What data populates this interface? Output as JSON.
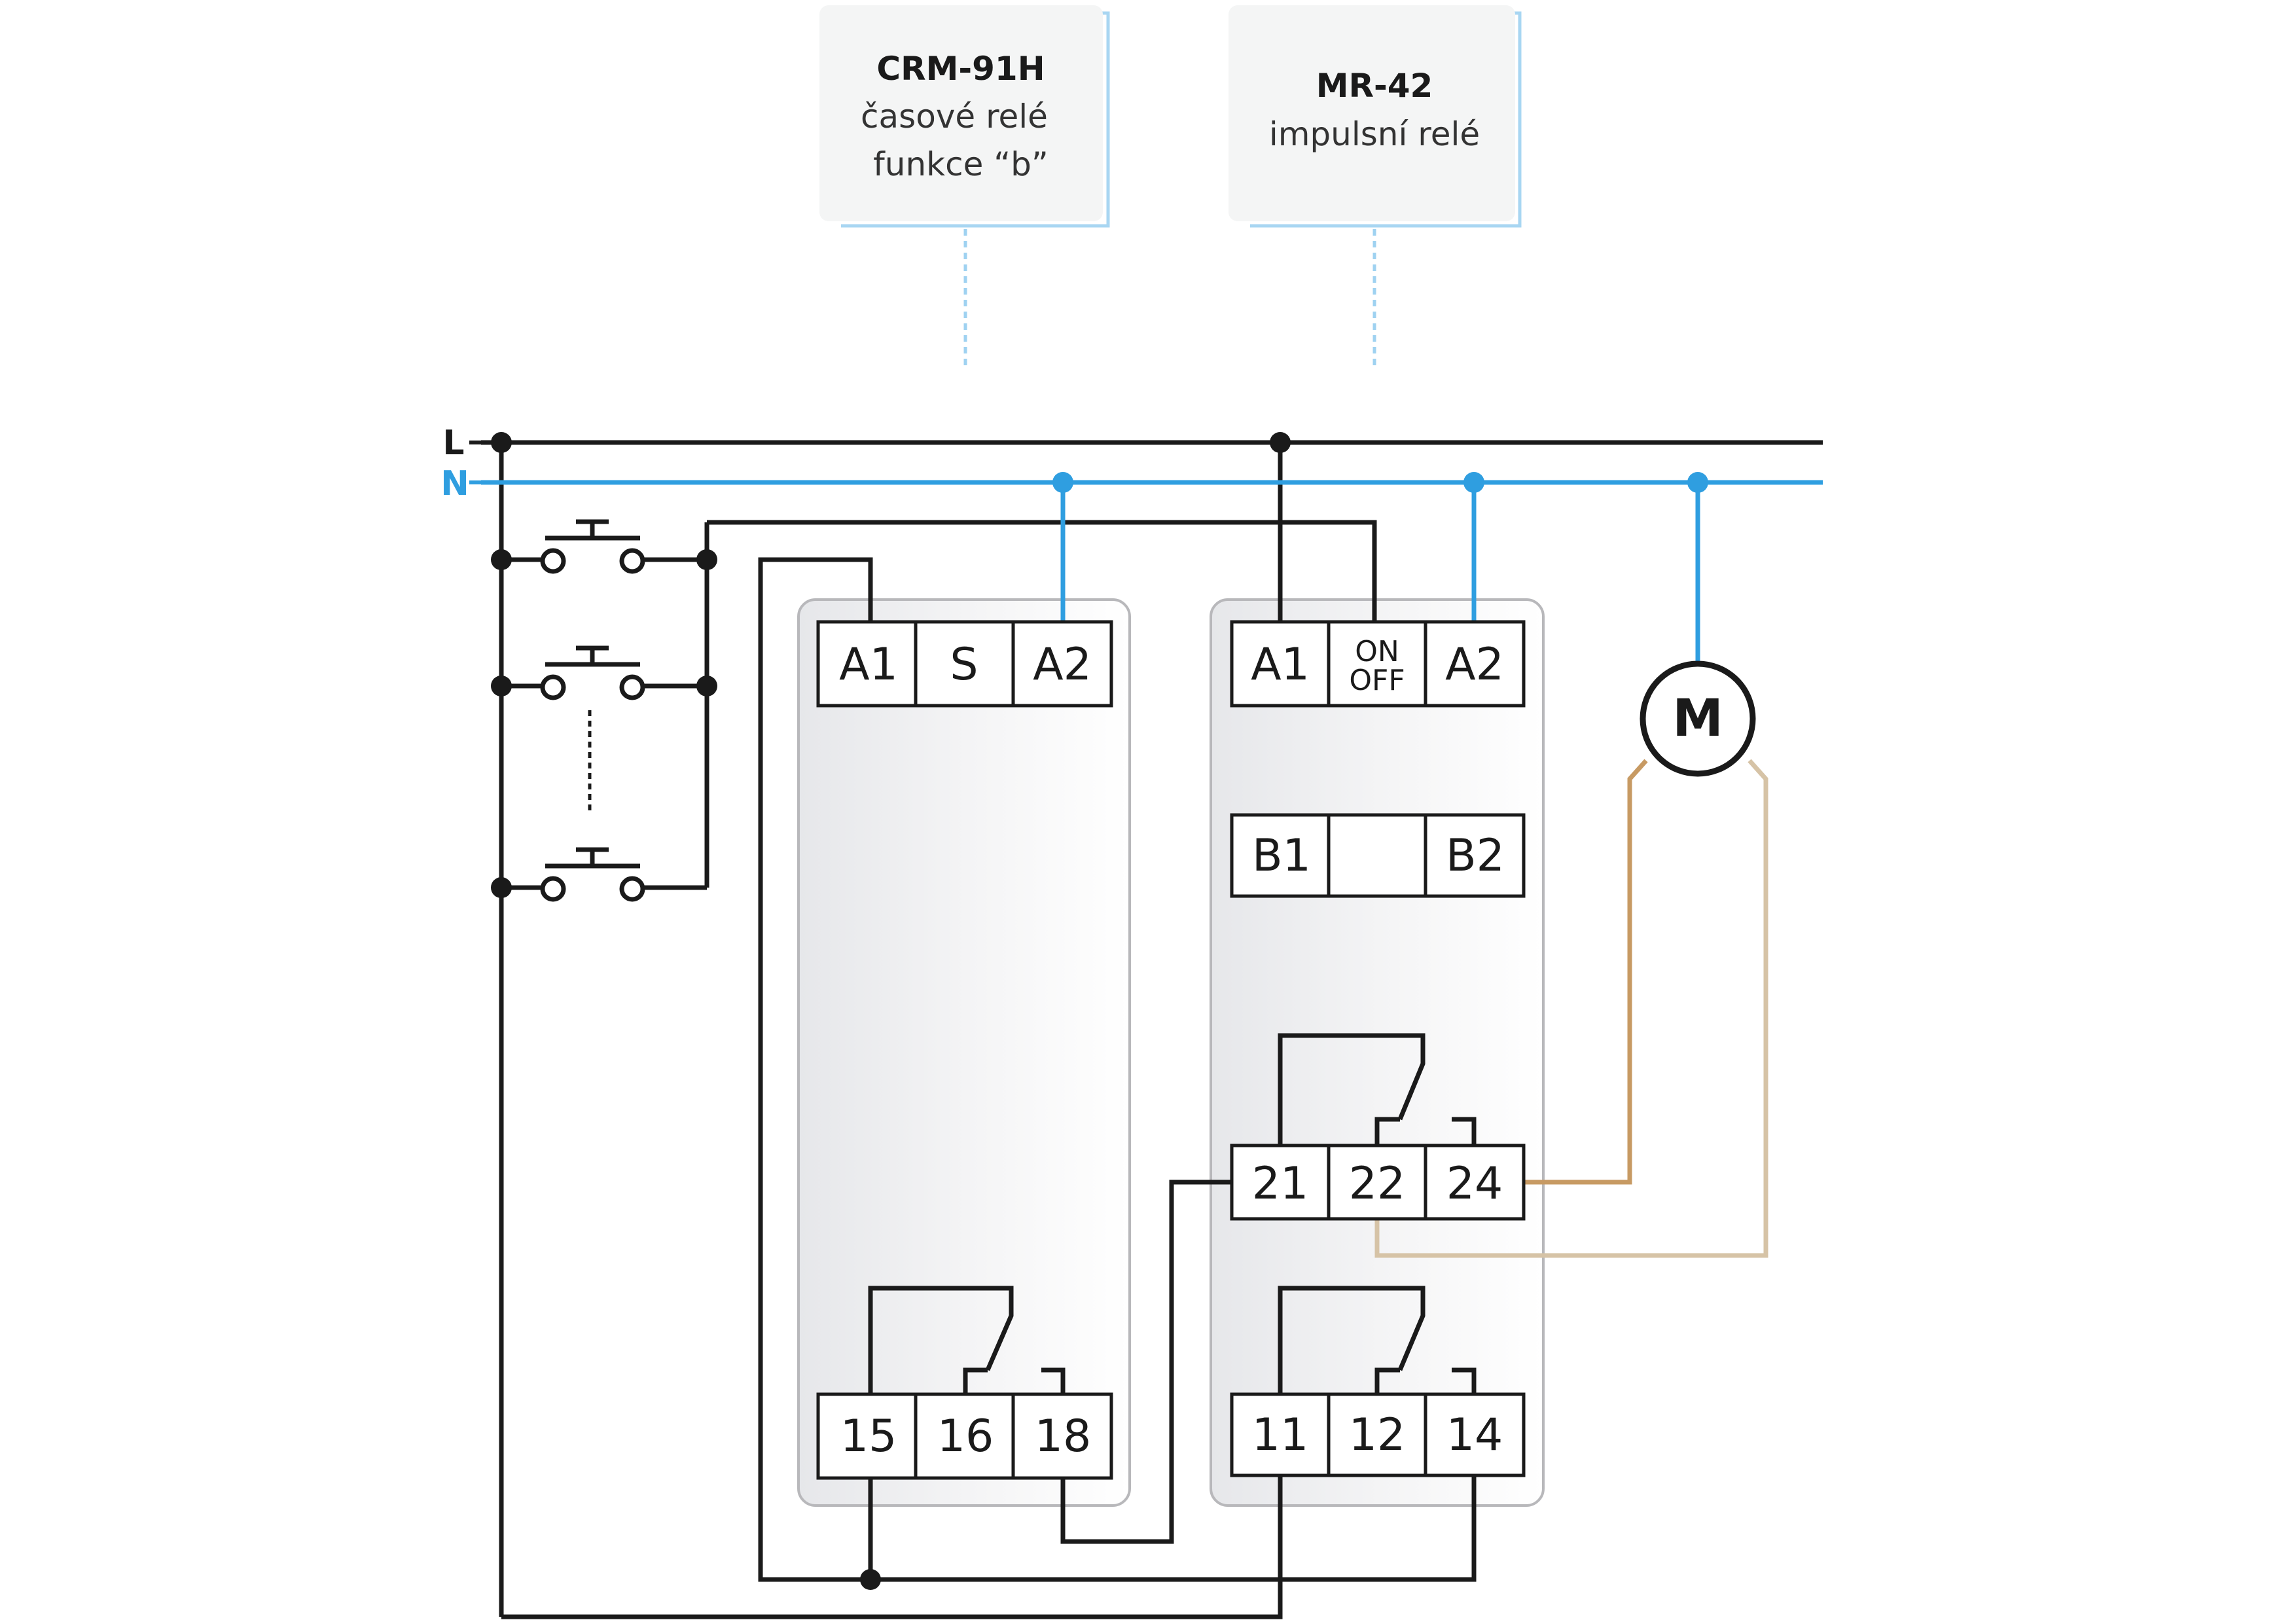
{
  "cards": [
    {
      "title": "CRM-91H",
      "lines": [
        "časové relé",
        "funkce “b”"
      ]
    },
    {
      "title": "MR-42",
      "lines": [
        "impulsní relé"
      ]
    }
  ],
  "rails": {
    "line": "L",
    "neutral": "N"
  },
  "crm": {
    "top": [
      "A1",
      "S",
      "A2"
    ],
    "bottom": [
      "15",
      "16",
      "18"
    ]
  },
  "mr": {
    "top": [
      "A1",
      "ON",
      "OFF",
      "A2"
    ],
    "middle": [
      "B1",
      "",
      "B2"
    ],
    "contact2": [
      "21",
      "22",
      "24"
    ],
    "contact1": [
      "11",
      "12",
      "14"
    ]
  },
  "motor": {
    "label": "M"
  },
  "colors": {
    "line": "#1a1a1a",
    "neutral": "#2f9ee0",
    "card_bg": "#f4f5f5",
    "card_shadow": "#a8d6f2",
    "module_bg": "#ececee",
    "motor_wire_a": "#c79a63",
    "motor_wire_b": "#d6c3a6"
  }
}
